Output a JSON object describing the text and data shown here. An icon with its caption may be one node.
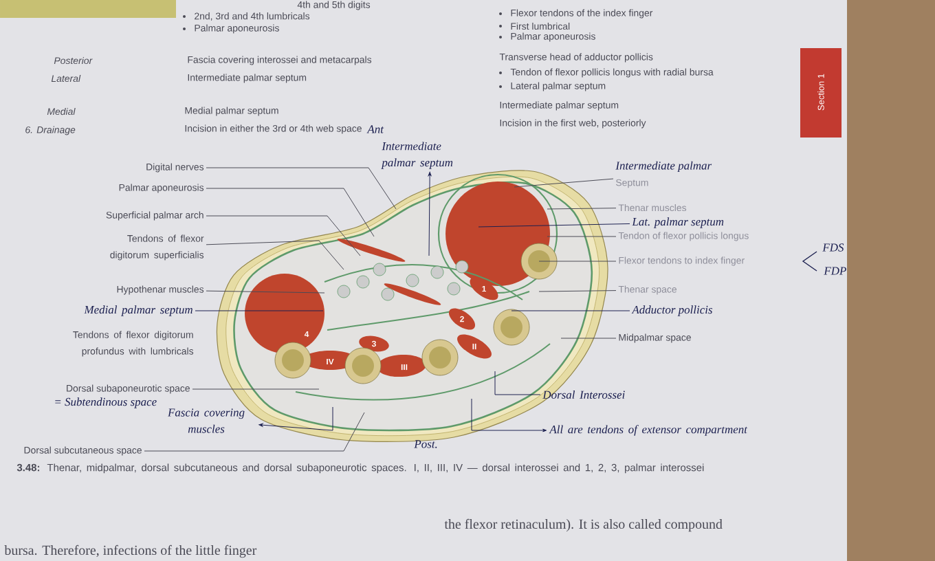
{
  "diagram": {
    "caption": "**3.48:** Thenar, midpalmar, dorsal subcutaneous and dorsal subaponeurotic spaces. I, II, III, IV — dorsal interossei and 1, 2, 3, palmar interossei",
    "nodes": [
      {
        "text": [
          "Digital nerves"
        ]
      },
      {
        "text": [
          "Palmar aponeurosis"
        ]
      },
      {
        "text": [
          "Superficial palmar arch"
        ]
      },
      {
        "text": [
          "Tendons of flexor digitorum superficialis"
        ]
      },
      {
        "text": [
          "Hypothenar muscles"
        ]
      },
      {
        "text": [
          "Medial palmar septum"
        ]
      },
      {
        "text": [
          "Dorsal subaponeurotic space"
        ]
      },
      {
        "text": [
          "Fascia covering muscles"
        ]
      },
      {
        "text": [
          "Dorsal subcutaneous space"
        ]
      },
      {
        "text": [
          "Intermediate palmar septum"
        ]
      },
      {
        "text": [
          "Intermediate palmar",
          "Septum"
        ]
      },
      {
        "text": [
          "Thenar muscles"
        ]
      },
      {
        "text": [
          "Lat. palmar septum"
        ]
      },
      {
        "text": [
          "Tendon of flexor pollicis longus"
        ]
      },
      {
        "text": [
          "Flexor tendons to index finger"
        ]
      },
      {
        "text": [
          "Thenar space"
        ]
      },
      {
        "text": [
          "Adductor pollicis"
        ]
      },
      {
        "text": [
          "Midpalmar space"
        ]
      },
      {
        "text": [
          "Dorsal Interossei"
        ]
      },
      {
        "text": [
          "All are tendons of extensor compartment"
        ]
      }
    ],
    "edges": [
      {
        "from": 0,
        "to": null,
        "arrow": "none"
      },
      {
        "from": 1,
        "to": null,
        "arrow": "none"
      },
      {
        "from": 2,
        "to": null,
        "arrow": "none"
      },
      {
        "from": 3,
        "to": null,
        "arrow": "none"
      },
      {
        "from": 4,
        "to": null,
        "arrow": "none"
      },
      {
        "from": 5,
        "to": null,
        "arrow": "none",
        "color": "#1c2050"
      },
      {
        "from": 6,
        "to": null,
        "arrow": "none"
      },
      {
        "from": null,
        "to": 7,
        "arrow": "to",
        "color": "#1c2050"
      },
      {
        "from": 8,
        "to": null,
        "arrow": "none"
      },
      {
        "from": null,
        "to": 9,
        "arrow": "to",
        "color": "#1c2050"
      },
      {
        "from": 10,
        "to": null,
        "arrow": "none"
      },
      {
        "from": 11,
        "to": null,
        "arrow": "none"
      },
      {
        "from": 12,
        "to": null,
        "arrow": "none",
        "color": "#1c2050"
      },
      {
        "from": 13,
        "to": null,
        "arrow": "none"
      },
      {
        "from": 14,
        "to": null,
        "arrow": "none"
      },
      {
        "from": 15,
        "to": null,
        "arrow": "none"
      },
      {
        "from": 16,
        "to": null,
        "arrow": "none",
        "color": "#1c2050"
      },
      {
        "from": 17,
        "to": null,
        "arrow": "none"
      },
      {
        "from": 18,
        "to": null,
        "arrow": "none",
        "color": "#1c2050"
      },
      {
        "from": null,
        "to": 19,
        "arrow": "to",
        "color": "#1c2050"
      }
    ],
    "labels": [
      "4th and 5th digits",
      "2nd, 3rd and 4th lumbricals",
      "Palmar aponeurosis",
      "Flexor tendons of the index finger",
      "First lumbrical",
      "Palmar aponeurosis",
      "Posterior",
      "Fascia covering interossei and metacarpals",
      "Transverse head of adductor pollicis",
      "Lateral",
      "Intermediate palmar septum",
      "Tendon of flexor pollicis longus with radial bursa",
      "Lateral palmar septum",
      "Medial",
      "Medial palmar septum",
      "Intermediate palmar septum",
      "6. Drainage",
      "Incision in either the 3rd or 4th web space",
      "Incision in the first web, posteriorly",
      "Section 1",
      "Ant",
      "= Subtendinous space",
      "Post.",
      "FDS",
      "FDP",
      "4",
      "IV",
      "3",
      "III",
      "II",
      "2",
      "1",
      "Tendons of flexor digitorum profundus with lumbricals",
      "the flexor retinaculum). It is also called compound",
      "bursa. Therefore, infections of the little finger"
    ]
  }
}
